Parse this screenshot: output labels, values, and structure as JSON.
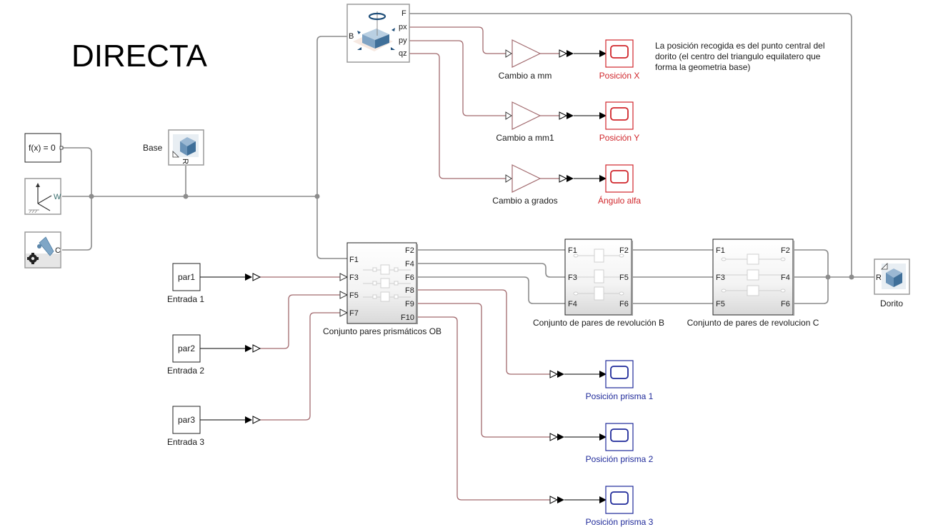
{
  "title": "DIRECTA",
  "note": {
    "lines": [
      "La posición recogida es del punto central del",
      "dorito (el centro del triangulo equilatero que",
      "forma la geometria base)"
    ]
  },
  "blocks": {
    "solver": {
      "label": "f(x) = 0"
    },
    "world_frame": {
      "port": "W"
    },
    "mech_config": {
      "port": "C"
    },
    "base": {
      "label": "Base",
      "port": "R"
    },
    "transform_sensor": {
      "ports_in": [
        "B"
      ],
      "ports_out": [
        "F",
        "px",
        "py",
        "qz"
      ]
    },
    "gains": [
      {
        "label": "Cambio a mm"
      },
      {
        "label": "Cambio a mm1"
      },
      {
        "label": "Cambio a grados"
      }
    ],
    "scopes_top": [
      {
        "label": "Posición X"
      },
      {
        "label": "Posición Y"
      },
      {
        "label": "Ángulo alfa"
      }
    ],
    "prismatic": {
      "label": "Conjunto pares prismáticos OB",
      "ports_left": [
        "F1",
        "F3",
        "F5",
        "F7"
      ],
      "ports_right": [
        "F2",
        "F4",
        "F6",
        "F8",
        "F9",
        "F10"
      ]
    },
    "revolute_b": {
      "label": "Conjunto de pares de revolución B",
      "ports_left": [
        "F1",
        "F3",
        "F4"
      ],
      "ports_right": [
        "F2",
        "F5",
        "F6"
      ]
    },
    "revolute_c": {
      "label": "Conjunto de pares de revolucion C",
      "ports_left": [
        "F1",
        "F3",
        "F5"
      ],
      "ports_right": [
        "F2",
        "F4",
        "F6"
      ]
    },
    "dorito": {
      "label": "Dorito",
      "port": "R"
    },
    "inputs": [
      {
        "value": "par1",
        "label": "Entrada 1"
      },
      {
        "value": "par2",
        "label": "Entrada 2"
      },
      {
        "value": "par3",
        "label": "Entrada 3"
      }
    ],
    "scopes_bottom": [
      {
        "label": "Posición prisma 1"
      },
      {
        "label": "Posición prisma 2"
      },
      {
        "label": "Posición prisma 3"
      }
    ]
  },
  "colors": {
    "physical_wire": "#8c8c8c",
    "signal_wire": "#a26a6e",
    "scope_red": "#d0262b",
    "scope_blue": "#1f2a9a"
  }
}
